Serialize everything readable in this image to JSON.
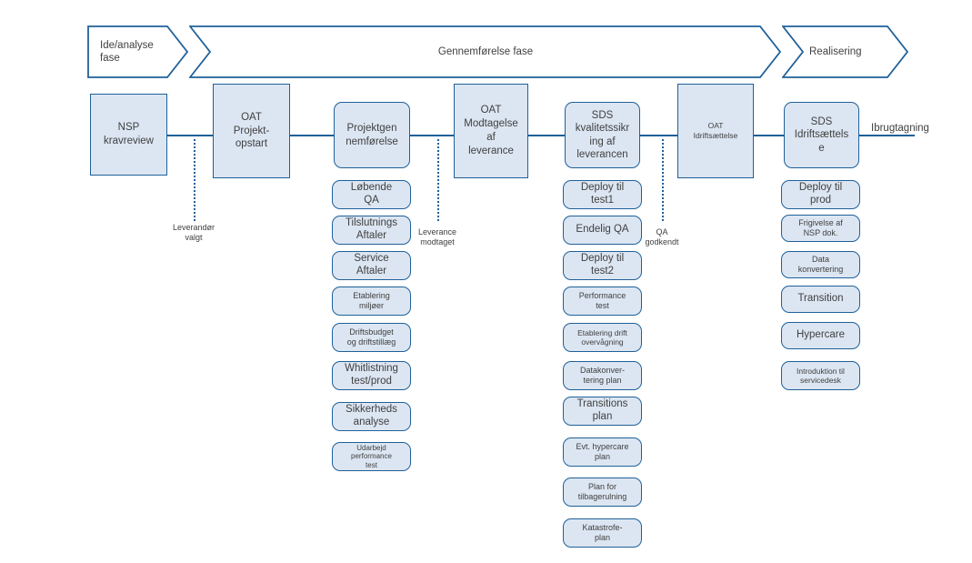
{
  "diagram": {
    "title_phases": [
      {
        "id": "phase-ide-analyse",
        "label": "Ide/analyse\nfase"
      },
      {
        "id": "phase-gennemfoerelse",
        "label": "Gennemførelse fase"
      },
      {
        "id": "phase-realisering",
        "label": "Realisering"
      }
    ],
    "main_steps": [
      {
        "id": "step-nsp-kravreview",
        "label": "NSP\nkravreview",
        "shape": "square",
        "font": 11.5
      },
      {
        "id": "step-oat-projektopstart",
        "label": "OAT\nProjekt-\nopstart",
        "shape": "square",
        "font": 11.5
      },
      {
        "id": "step-projektgennemfoerelse",
        "label": "Projektgen\nnemførelse",
        "shape": "rounded",
        "font": 11.5
      },
      {
        "id": "step-oat-modtagelse",
        "label": "OAT\nModtagelse\naf\nleverance",
        "shape": "square",
        "font": 11.5
      },
      {
        "id": "step-sds-kvalitetssikring",
        "label": "SDS\nkvalitetssikr\ning af\nleverancen",
        "shape": "rounded",
        "font": 11.5
      },
      {
        "id": "step-oat-idriftsaettelse",
        "label": "OAT\nIdriftsættelse",
        "shape": "square",
        "font": 8.5
      },
      {
        "id": "step-sds-idriftsaettelse",
        "label": "SDS\nIdriftsættels\ne",
        "shape": "rounded",
        "font": 11.5
      }
    ],
    "milestones": [
      {
        "id": "milestone-leverandoer-valgt",
        "label": "Leverandør\nvalgt"
      },
      {
        "id": "milestone-leverance-modtaget",
        "label": "Leverance\nmodtaget"
      },
      {
        "id": "milestone-qa-godkendt",
        "label": "QA\ngodkendt"
      }
    ],
    "end_label": "Ibrugtagning",
    "columns": [
      {
        "id": "column-projektgennemfoerelse",
        "tasks": [
          {
            "label": "Løbende\nQA",
            "font": 11.5
          },
          {
            "label": "Tilslutnings\nAftaler",
            "font": 11.5
          },
          {
            "label": "Service\nAftaler",
            "font": 11.5
          },
          {
            "label": "Etablering\nmiljøer",
            "font": 9
          },
          {
            "label": "Driftsbudget\nog driftstillæg",
            "font": 9
          },
          {
            "label": "Whitlistning\ntest/prod",
            "font": 11.5
          },
          {
            "label": "Sikkerheds\nanalyse",
            "font": 11.5
          },
          {
            "label": "Udarbejd\nperformance\ntest",
            "font": 8
          }
        ]
      },
      {
        "id": "column-sds-kvalitetssikring",
        "tasks": [
          {
            "label": "Deploy til\ntest1",
            "font": 11.5
          },
          {
            "label": "Endelig QA",
            "font": 11.5
          },
          {
            "label": "Deploy til\ntest2",
            "font": 11.5
          },
          {
            "label": "Performance\ntest",
            "font": 9
          },
          {
            "label": "Etablering drift\novervågning",
            "font": 8.5
          },
          {
            "label": "Datakonver-\ntering plan",
            "font": 9
          },
          {
            "label": "Transitions\nplan",
            "font": 11.5
          },
          {
            "label": "Evt. hypercare\nplan",
            "font": 9
          },
          {
            "label": "Plan for\ntilbagerulning",
            "font": 9
          },
          {
            "label": "Katastrofe-\nplan",
            "font": 9
          }
        ]
      },
      {
        "id": "column-sds-idriftsaettelse",
        "tasks": [
          {
            "label": "Deploy til\nprod",
            "font": 11.5
          },
          {
            "label": "Frigivelse af\nNSP dok.",
            "font": 9
          },
          {
            "label": "Data\nkonvertering",
            "font": 9
          },
          {
            "label": "Transition",
            "font": 11.5
          },
          {
            "label": "Hypercare",
            "font": 11.5
          },
          {
            "label": "Introduktion til\nservicedesk",
            "font": 8.5
          }
        ]
      }
    ],
    "colors": {
      "box_fill": "#dce6f2",
      "box_stroke": "#1f6099",
      "text": "#404040",
      "line": "#1f6099"
    }
  }
}
